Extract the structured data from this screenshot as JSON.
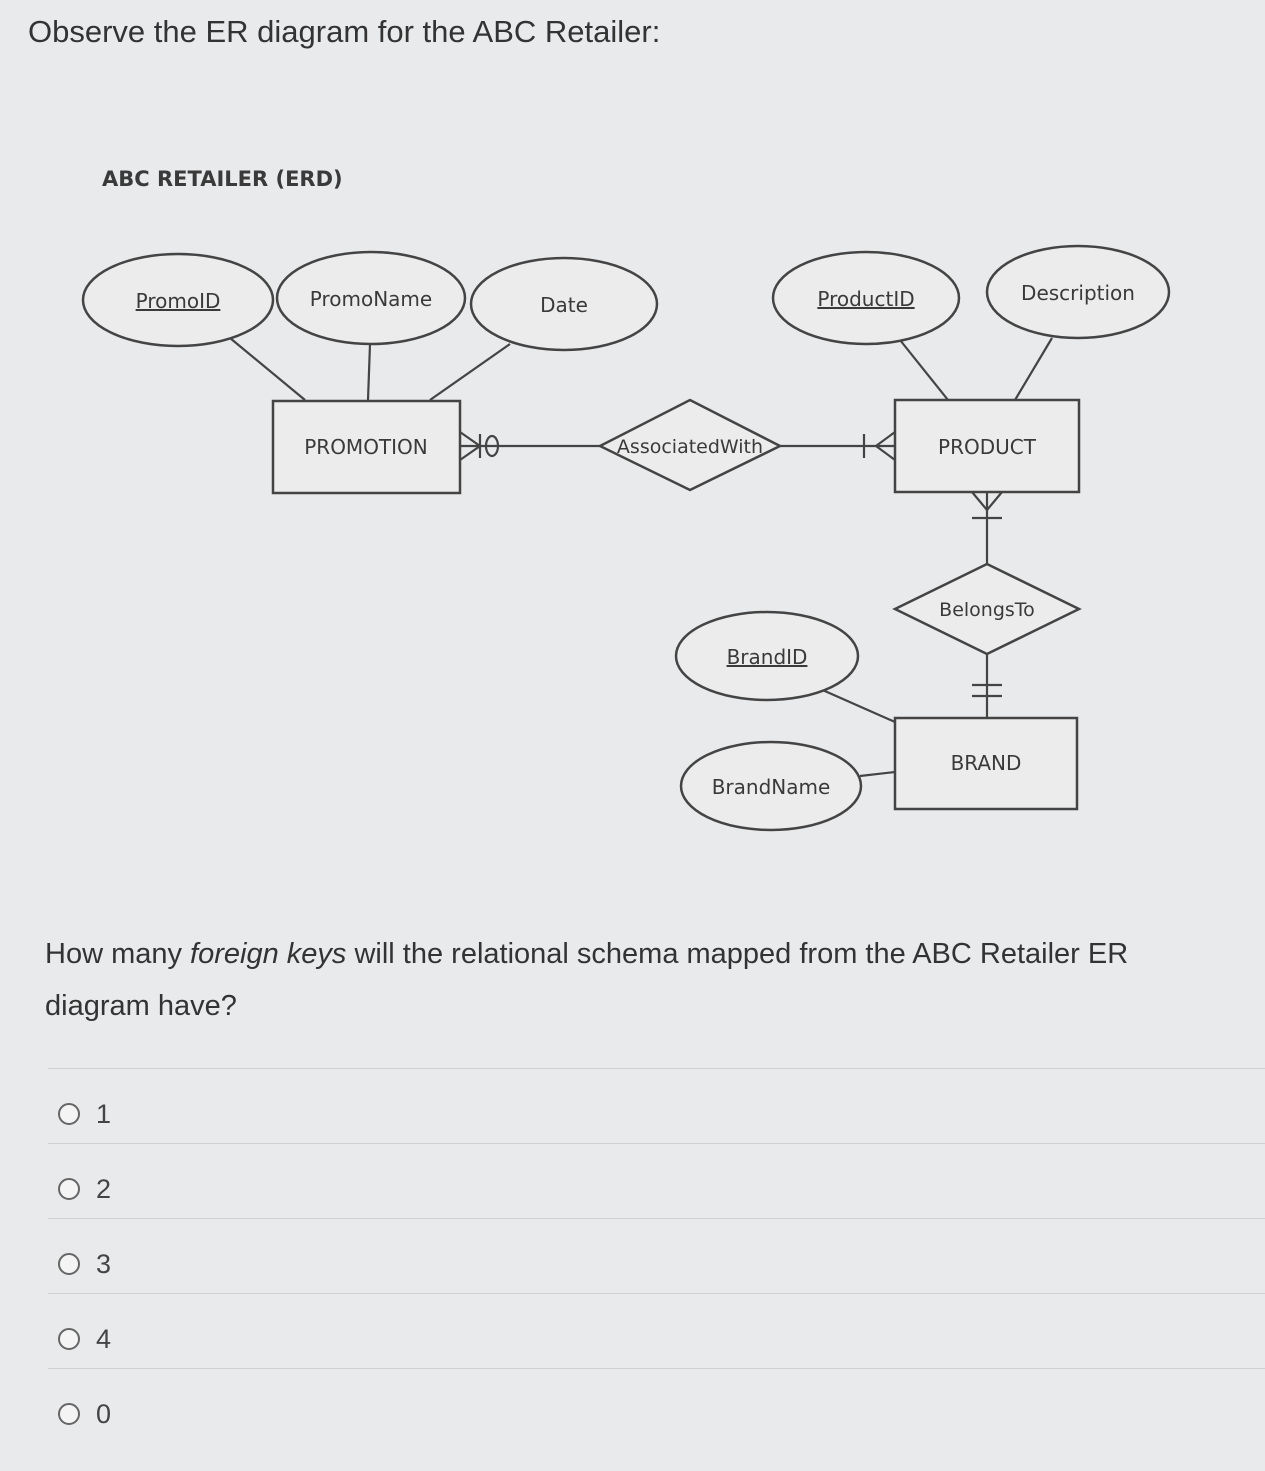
{
  "intro": "Observe the ER diagram for the ABC Retailer:",
  "diagram": {
    "title": "ABC RETAILER (ERD)",
    "attributes": {
      "promo_id": "PromoID",
      "promo_name": "PromoName",
      "date": "Date",
      "product_id": "ProductID",
      "description": "Description",
      "brand_id": "BrandID",
      "brand_name": "BrandName"
    },
    "entities": {
      "promotion": "PROMOTION",
      "product": "PRODUCT",
      "brand": "BRAND"
    },
    "relationships": {
      "associated_with": "AssociatedWith",
      "belongs_to": "BelongsTo"
    }
  },
  "question": {
    "before": "How many ",
    "emphasis": "foreign keys",
    "after": " will the relational schema mapped from the ABC Retailer ER diagram have?"
  },
  "options": [
    "1",
    "2",
    "3",
    "4",
    "0"
  ]
}
